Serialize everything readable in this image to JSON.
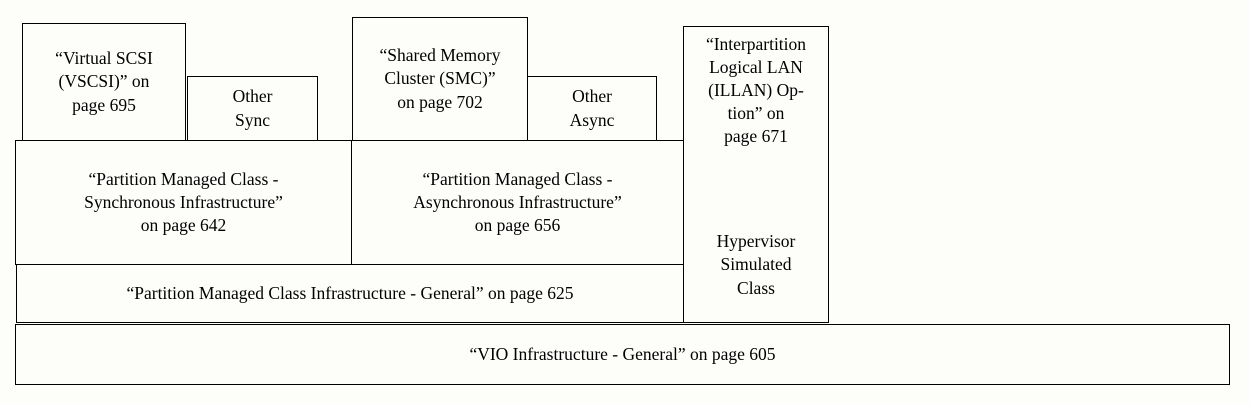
{
  "diagram": {
    "title": "VIO Infrastructure layering diagram",
    "colors": {
      "background": "#fdfdfa",
      "border": "#000000",
      "text": "#000000"
    },
    "boxes": {
      "vscsi": {
        "label": "“Virtual SCSI (VSCSI)” on page 695",
        "text": "“Virtual SCSI\n(VSCSI)” on\npage 695",
        "page": "695"
      },
      "other_sync": {
        "label": "Other Sync",
        "text": "Other\nSync"
      },
      "smc": {
        "label": "“Shared Memory Cluster (SMC)” on page 702",
        "text": "“Shared Memory\nCluster (SMC)”\non page 702",
        "page": "702"
      },
      "other_async": {
        "label": "Other Async",
        "text": "Other\nAsync"
      },
      "illan": {
        "label": "“Interpartition Logical LAN (ILLAN) Option” on page 671",
        "text": "“Interpartition\nLogical LAN\n(ILLAN) Op-\ntion” on\npage 671",
        "page": "671"
      },
      "hypervisor_simulated_class": {
        "label": "Hypervisor Simulated Class",
        "text": "Hypervisor\nSimulated\nClass"
      },
      "sync_infra": {
        "label": "“Partition Managed Class - Synchronous Infrastructure” on page 642",
        "text": "“Partition Managed Class -\nSynchronous Infrastructure”\non page 642",
        "page": "642"
      },
      "async_infra": {
        "label": "“Partition Managed Class - Asynchronous Infrastructure” on page 656",
        "text": "“Partition Managed Class -\nAsynchronous Infrastructure”\non page 656",
        "page": "656"
      },
      "pmc_general": {
        "label": "“Partition Managed Class Infrastructure - General” on page 625",
        "text": "“Partition Managed Class Infrastructure - General” on page 625",
        "page": "625"
      },
      "vio_general": {
        "label": "“VIO Infrastructure - General” on page 605",
        "text": "“VIO Infrastructure - General” on page 605",
        "page": "605"
      }
    }
  }
}
